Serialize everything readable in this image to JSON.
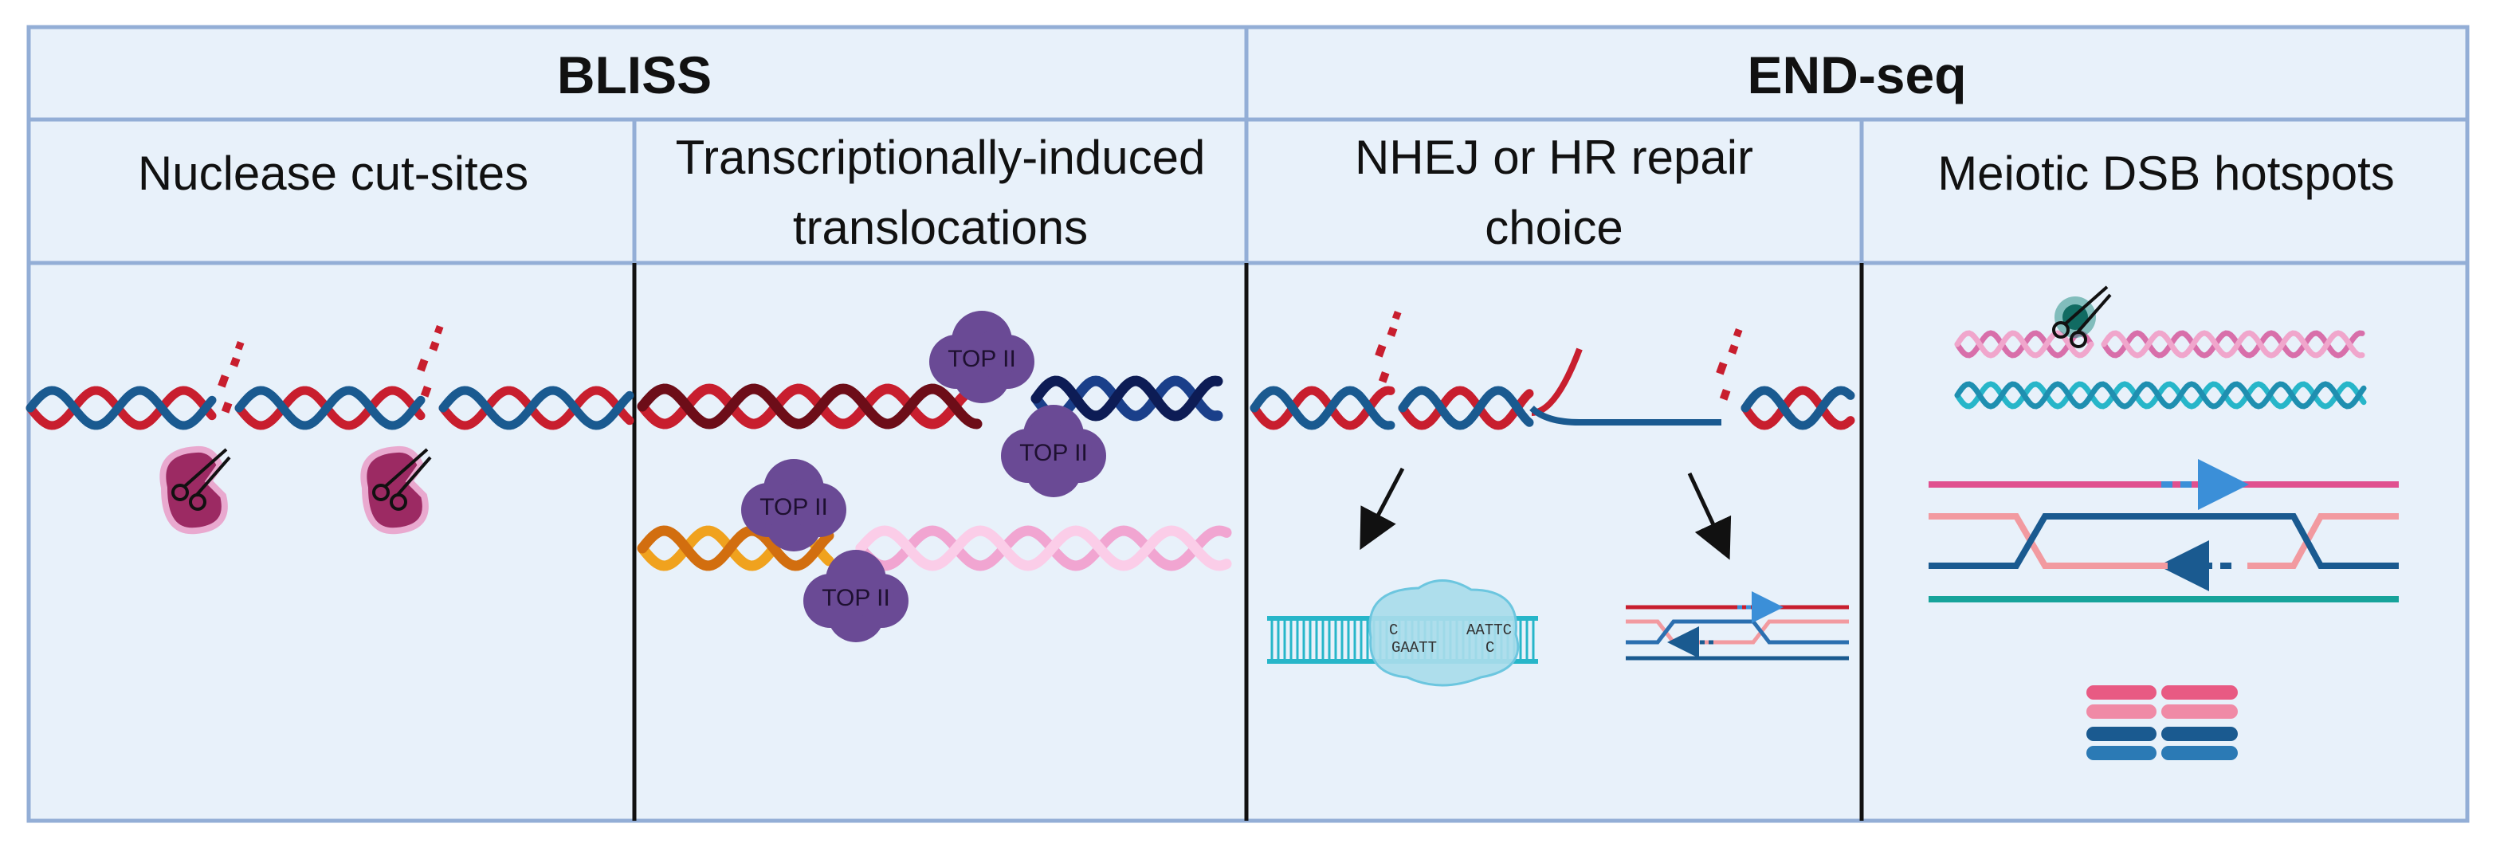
{
  "methods": {
    "bliss": "BLISS",
    "endseq": "END-seq"
  },
  "applications": {
    "nuclease": "Nuclease cut-sites",
    "transcription_line1": "Transcriptionally-induced",
    "transcription_line2": "translocations",
    "repair_line1": "NHEJ or HR repair",
    "repair_line2": "choice",
    "meiotic": "Meiotic DSB hotspots"
  },
  "labels": {
    "topo": "TOP II",
    "dna_c": "C",
    "dna_aattc": "AATTC",
    "dna_gaatt": "GAATT"
  },
  "colors": {
    "panel_bg": "#e8f1fa",
    "border": "#93aed6",
    "divider": "#111111",
    "dna_red": "#c81e2e",
    "dna_blue": "#1a5a90",
    "nuclease": "#9c2a63",
    "topo": "#6a4a95",
    "pink_dna": "#e07bb8",
    "cyan_dna": "#27b6c9",
    "orange_dna": "#f0a21e",
    "light_pink_dna": "#f5b8dc"
  },
  "icons": [
    "scissors-icon",
    "topoisomerase-ii-icon",
    "ku-complex-icon",
    "chromosome-icon",
    "arrow-icon"
  ]
}
